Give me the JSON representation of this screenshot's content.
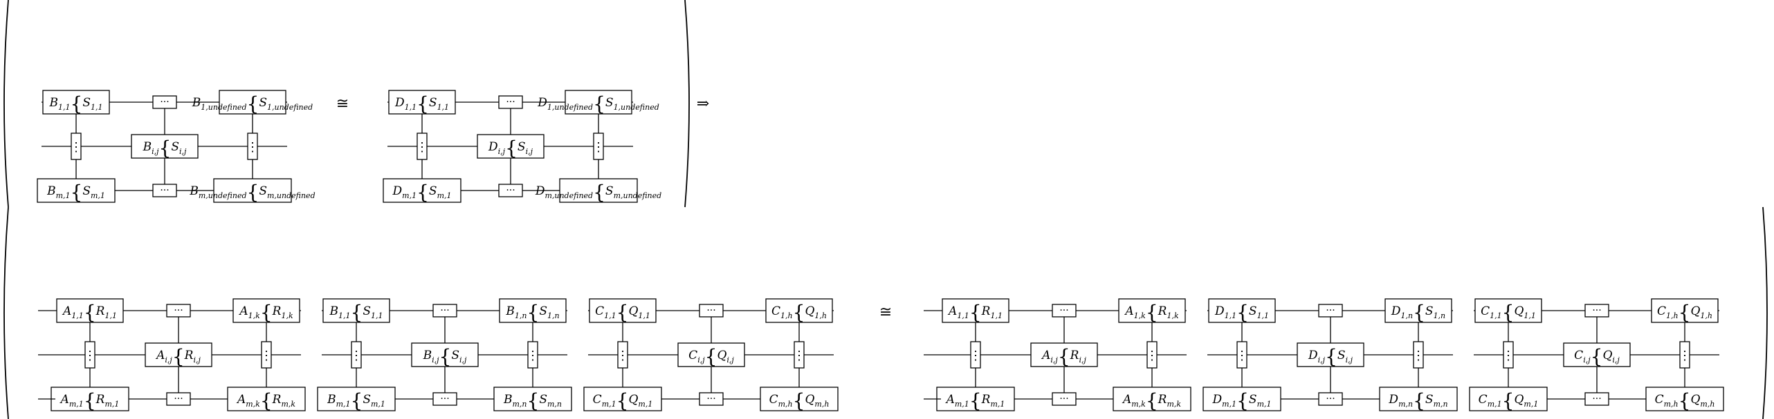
{
  "relation_symbol": "≅",
  "implies_symbol": "⇒",
  "ellipsis_symbol": "···",
  "vertical_ellipsis_symbol": "⋮",
  "brace_symbol": "{",
  "premise": {
    "left": {
      "gate": "B",
      "sub": "S"
    },
    "right": {
      "gate": "D",
      "sub": "S"
    }
  },
  "conclusion": {
    "left": [
      {
        "gate": "A",
        "sub": "R",
        "last_col": "k"
      },
      {
        "gate": "B",
        "sub": "S",
        "last_col": "n"
      },
      {
        "gate": "C",
        "sub": "Q",
        "last_col": "h"
      }
    ],
    "right": [
      {
        "gate": "A",
        "sub": "R",
        "last_col": "k"
      },
      {
        "gate": "D",
        "sub": "S",
        "last_col": "n"
      },
      {
        "gate": "C",
        "sub": "Q",
        "last_col": "h"
      }
    ]
  }
}
